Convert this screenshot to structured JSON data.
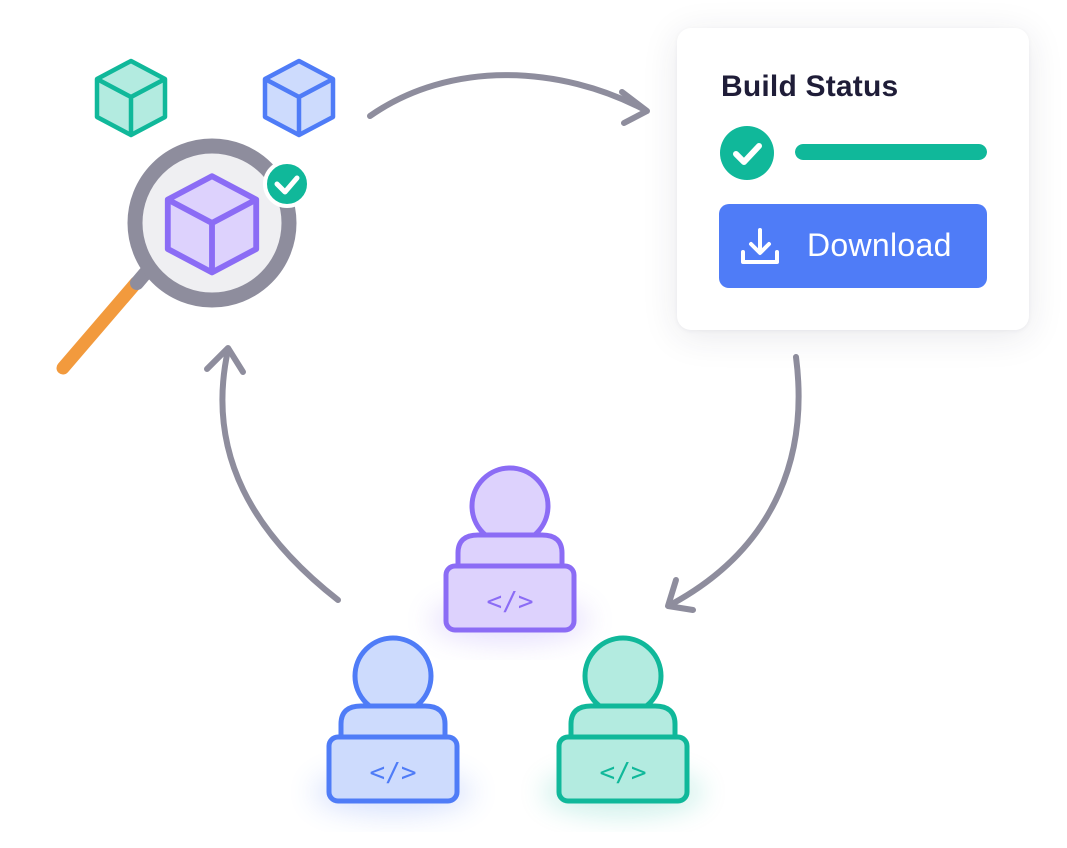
{
  "build_card": {
    "title": "Build Status",
    "status_icon": "check-icon",
    "progress": 1.0,
    "download_label": "Download",
    "download_icon": "download-icon"
  },
  "developers": [
    {
      "name": "developer-purple",
      "icon": "code-icon",
      "glyph": "</>"
    },
    {
      "name": "developer-blue",
      "icon": "code-icon",
      "glyph": "</>"
    },
    {
      "name": "developer-teal",
      "icon": "code-icon",
      "glyph": "</>"
    }
  ],
  "packages": [
    {
      "name": "package-teal",
      "icon": "cube-icon"
    },
    {
      "name": "package-blue",
      "icon": "cube-icon"
    },
    {
      "name": "package-inspected",
      "icon": "cube-icon",
      "verified": true
    }
  ],
  "colors": {
    "purple": "#8b6cf5",
    "purple_fill": "#ddd2fd",
    "blue": "#4f7cf7",
    "blue_fill": "#cddbfd",
    "teal": "#10b89a",
    "teal_fill": "#b3ebe0",
    "arrow": "#8e8d9d",
    "magnifier": "#8e8d9d",
    "handle": "#f29a3d",
    "title": "#1f1d38"
  }
}
